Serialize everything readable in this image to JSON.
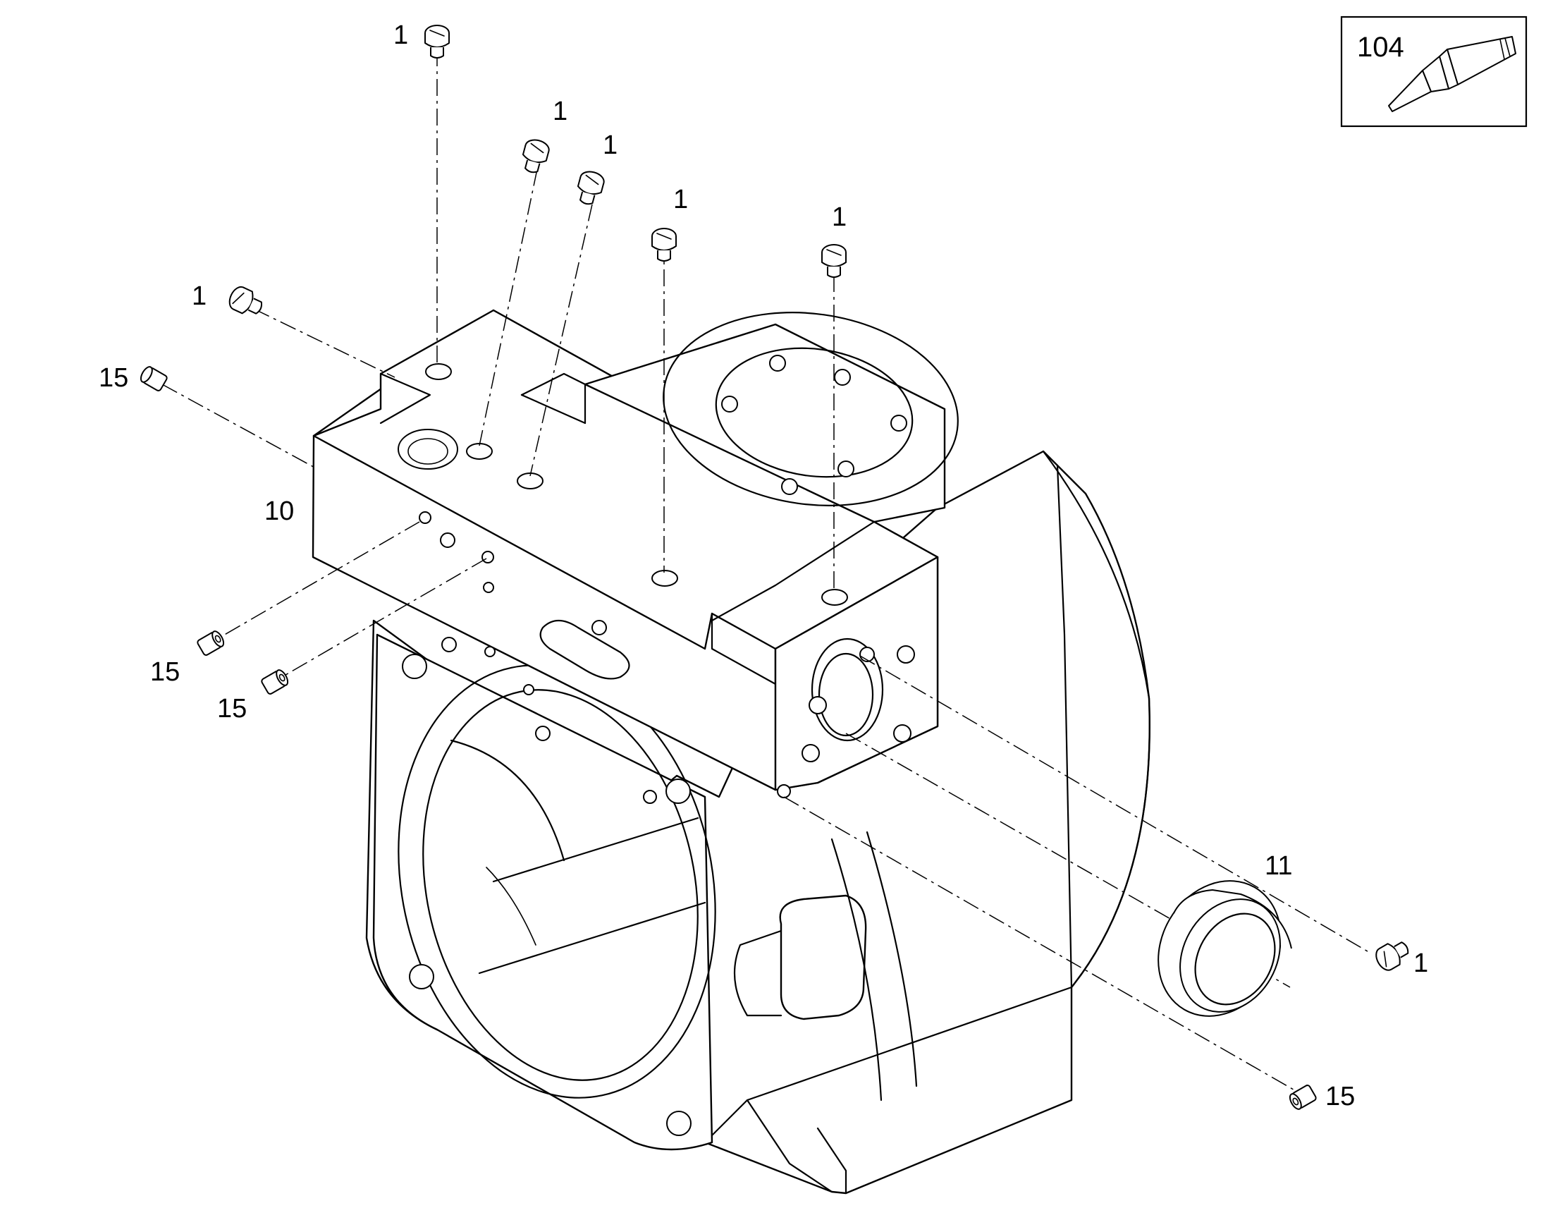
{
  "legend": {
    "code": "104",
    "icon": "sealant-tube-icon"
  },
  "callouts": [
    {
      "id": "screw-top-1",
      "text": "1"
    },
    {
      "id": "screw-top-2",
      "text": "1"
    },
    {
      "id": "screw-top-3",
      "text": "1"
    },
    {
      "id": "screw-top-4",
      "text": "1"
    },
    {
      "id": "screw-top-5",
      "text": "1"
    },
    {
      "id": "screw-left",
      "text": "1"
    },
    {
      "id": "plug-left-top",
      "text": "15"
    },
    {
      "id": "housing",
      "text": "10"
    },
    {
      "id": "plug-left-mid",
      "text": "15"
    },
    {
      "id": "plug-left-low",
      "text": "15"
    },
    {
      "id": "seal-ring",
      "text": "11"
    },
    {
      "id": "screw-right",
      "text": "1"
    },
    {
      "id": "plug-right",
      "text": "15"
    }
  ]
}
